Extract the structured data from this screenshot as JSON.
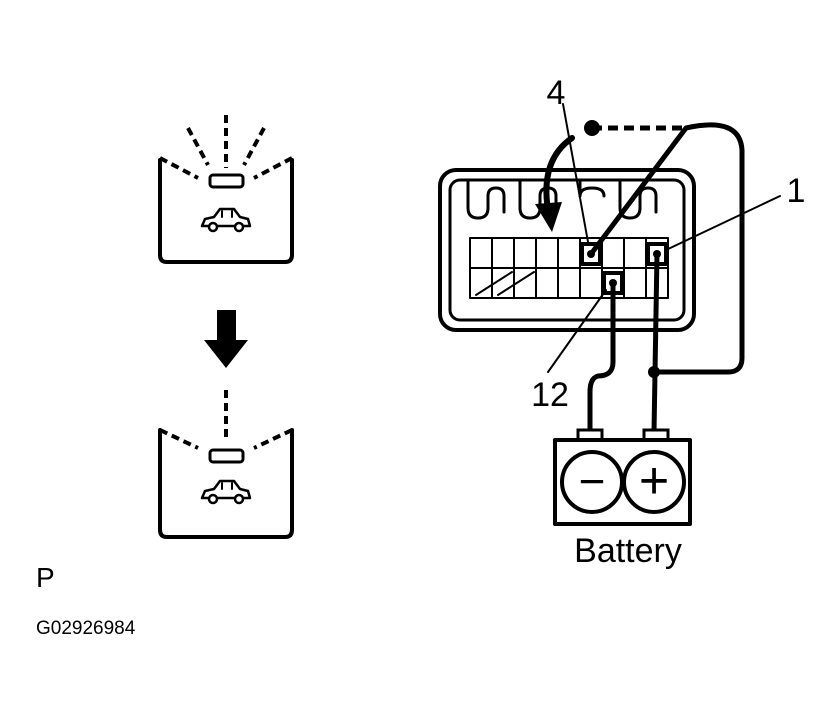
{
  "labels": {
    "terminal_4": "4",
    "terminal_1": "1",
    "terminal_12": "12",
    "battery": "Battery",
    "negative_symbol": "−",
    "positive_symbol": "+"
  },
  "panel_letter": "P",
  "figure_code": "G02926984",
  "icons": {
    "indicator_before": "indicator-blinking-rays-icon",
    "indicator_after": "indicator-steady-icon",
    "vehicle": "car-icon",
    "transition": "down-arrow-icon"
  }
}
